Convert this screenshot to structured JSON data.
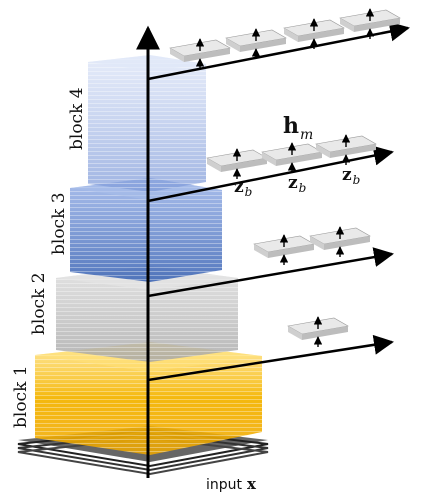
{
  "blocks": [
    {
      "label": "block 1",
      "color": "#f6c000"
    },
    {
      "label": "block 2",
      "color": "#bdbdbd"
    },
    {
      "label": "block 3",
      "color": "#4a73bf"
    },
    {
      "label": "block 4",
      "color": "#8aa7e0"
    }
  ],
  "input_label": "input",
  "input_var": "x",
  "feature_label": "h",
  "feature_sub": "m",
  "token_label": "z",
  "token_sub": "b",
  "colors": {
    "axis": "#000000",
    "token": "#e9e9e9",
    "token_edge": "#9a9a9a",
    "base": "#2a2a2a"
  }
}
